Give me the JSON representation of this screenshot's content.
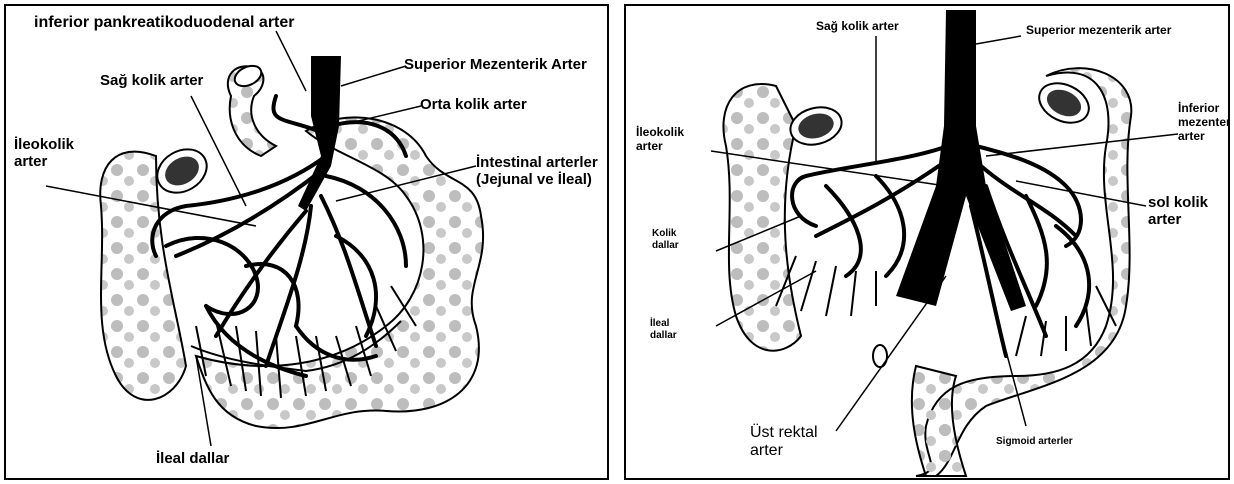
{
  "left_panel": {
    "labels": {
      "inferior_pancreaticoduodenal": "inferior pankreatikoduodenal arter",
      "superior_mesenteric": "Superior Mezenterik Arter",
      "right_colic": "Sağ kolik arter",
      "middle_colic": "Orta kolik arter",
      "ileocolic": "İleokolik\narter",
      "intestinal": "İntestinal arterler\n(Jejunal ve İleal)",
      "ileal_branches": "İleal dallar"
    }
  },
  "right_panel": {
    "labels": {
      "right_colic": "Sağ kolik arter",
      "superior_mesenteric": "Superior mezenterik arter",
      "inferior_mesenteric": "İnferior\nmezenterik\narter",
      "ileocolic": "İleokolik\narter",
      "left_colic": "sol kolik\narter",
      "colic_branches": "Kolik\ndallar",
      "ileal_branches": "İleal\ndallar",
      "superior_rectal": "Üst rektal\narter",
      "sigmoid": "Sigmoid arterler"
    }
  },
  "colors": {
    "ink": "#000000",
    "bowel_fill": "#ffffff",
    "bowel_shade": "#b5b5b5",
    "background": "#ffffff"
  }
}
